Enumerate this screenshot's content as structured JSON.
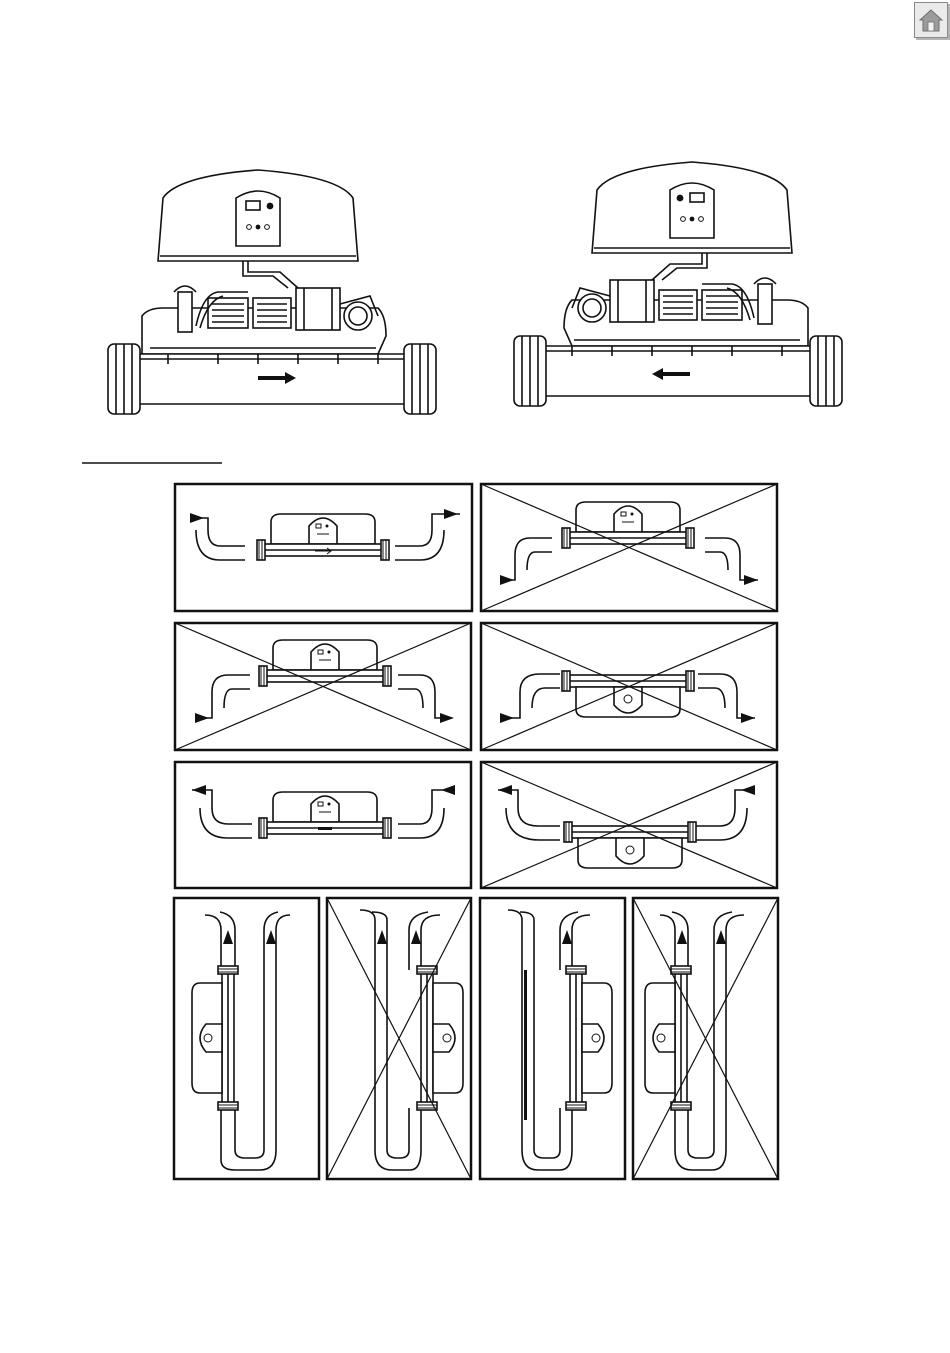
{
  "toolbar": {
    "home_icon": "home-icon"
  },
  "diagram": {
    "top_views": [
      {
        "flow_direction": "right"
      },
      {
        "flow_direction": "left"
      }
    ],
    "installation_positions": [
      {
        "orientation": "horizontal",
        "panel": "up",
        "flow": "right",
        "allowed": true
      },
      {
        "orientation": "horizontal",
        "panel": "up",
        "flow": "down-loop",
        "allowed": false
      },
      {
        "orientation": "horizontal",
        "panel": "up",
        "flow": "down-loop",
        "allowed": false
      },
      {
        "orientation": "horizontal",
        "panel": "down",
        "flow": "down-loop",
        "allowed": false
      },
      {
        "orientation": "horizontal",
        "panel": "up",
        "flow": "left",
        "allowed": true
      },
      {
        "orientation": "horizontal",
        "panel": "down",
        "flow": "up-loop",
        "allowed": false
      },
      {
        "orientation": "vertical",
        "panel": "left",
        "flow": "up",
        "allowed": true
      },
      {
        "orientation": "vertical",
        "panel": "right",
        "flow": "up",
        "allowed": false
      },
      {
        "orientation": "vertical",
        "panel": "right",
        "flow": "up",
        "allowed": true
      },
      {
        "orientation": "vertical",
        "panel": "left",
        "flow": "up",
        "allowed": false
      }
    ]
  }
}
